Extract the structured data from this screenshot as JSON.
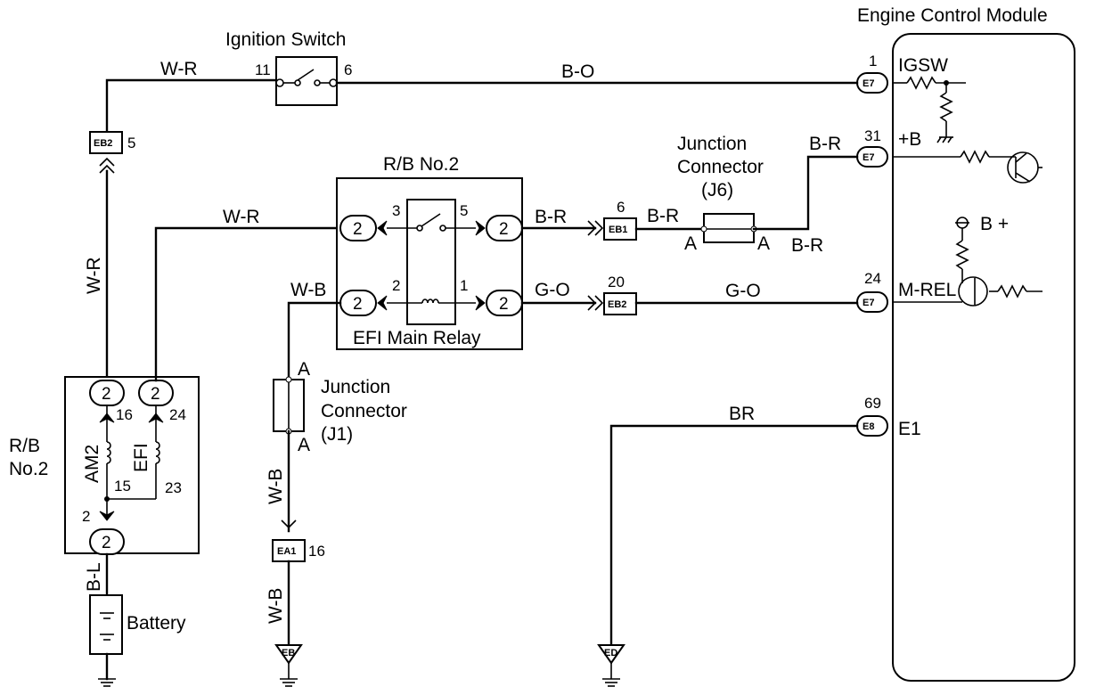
{
  "title": "Engine Control Module",
  "ecm": {
    "title": "Engine Control Module",
    "pins": {
      "igsw": {
        "num": "1",
        "conn": "E7",
        "label": "IGSW"
      },
      "b": {
        "num": "31",
        "conn": "E7",
        "label": "+B"
      },
      "mrel": {
        "num": "24",
        "conn": "E7",
        "label": "M-REL"
      },
      "e1": {
        "num": "69",
        "conn": "E8",
        "label": "E1"
      }
    },
    "bplus": "B +"
  },
  "ignition_switch": {
    "title": "Ignition Switch",
    "pin_in": "11",
    "pin_out": "6"
  },
  "rb_top": {
    "title": "R/B No.2"
  },
  "efi_relay": {
    "title": "EFI Main Relay",
    "p3": "3",
    "p5": "5",
    "p2": "2",
    "p1": "1"
  },
  "rb_left": {
    "title1": "R/B",
    "title2": "No.2",
    "am2": "AM2",
    "efi": "EFI",
    "p16": "16",
    "p24": "24",
    "p15": "15",
    "p23": "23",
    "p2": "2"
  },
  "conn_codes": {
    "c2": "2",
    "eb2": "EB2",
    "eb1": "EB1",
    "ea1": "EA1",
    "eb": "EB",
    "ed": "ED"
  },
  "pins_misc": {
    "eb2_top": "5",
    "eb1": "6",
    "eb2_mid": "20",
    "ea1": "16"
  },
  "j6": {
    "title1": "Junction",
    "title2": "Connector",
    "title3": "(J6)",
    "a": "A"
  },
  "j1": {
    "title1": "Junction",
    "title2": "Connector",
    "title3": "(J1)",
    "a": "A"
  },
  "wires": {
    "wr": "W-R",
    "bo": "B-O",
    "br": "B-R",
    "wb": "W-B",
    "go": "G-O",
    "brn": "BR",
    "bl": "B-L"
  },
  "battery": "Battery"
}
